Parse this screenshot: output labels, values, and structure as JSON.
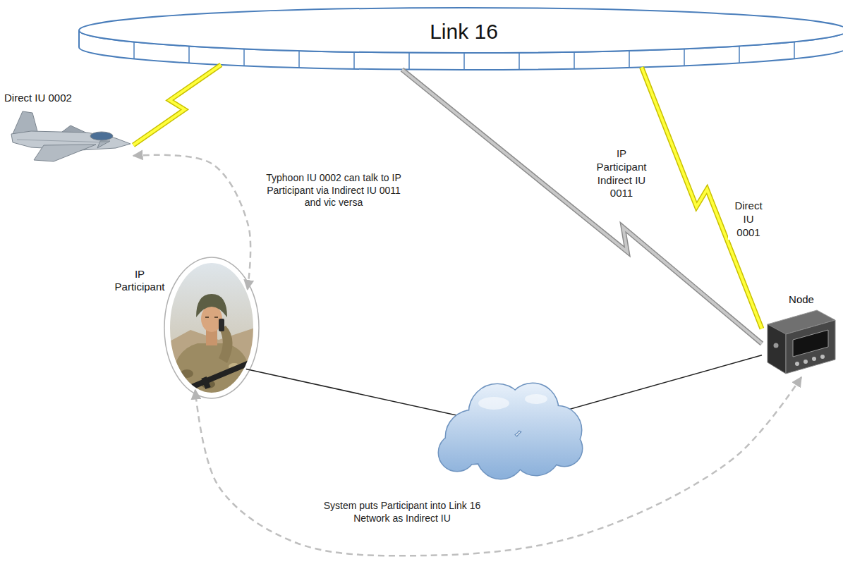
{
  "diagram": {
    "nodes": [
      {
        "text": [
          "Link 16"
        ]
      },
      {
        "text": [
          "Direct IU 0002"
        ]
      },
      {
        "text": [
          "IP Participant"
        ]
      },
      {
        "text": [
          "Node"
        ]
      }
    ],
    "edges": [
      {
        "from": 1,
        "to": 0,
        "arrow": "none"
      },
      {
        "from": 0,
        "to": 3,
        "label": "IP Participant Indirect IU 0011",
        "arrow": "none"
      },
      {
        "from": 0,
        "to": 3,
        "label": "Direct IU 0001",
        "arrow": "none"
      },
      {
        "from": 2,
        "to": 3,
        "arrow": "none"
      },
      {
        "from": 2,
        "to": 1,
        "label": "Typhoon IU 0002 can talk to IP Participant via Indirect IU 0011 and vic versa",
        "arrow": "both"
      },
      {
        "from": 3,
        "to": 2,
        "label": "System puts Participant into Link 16 Network as Indirect IU",
        "arrow": "both"
      }
    ]
  }
}
